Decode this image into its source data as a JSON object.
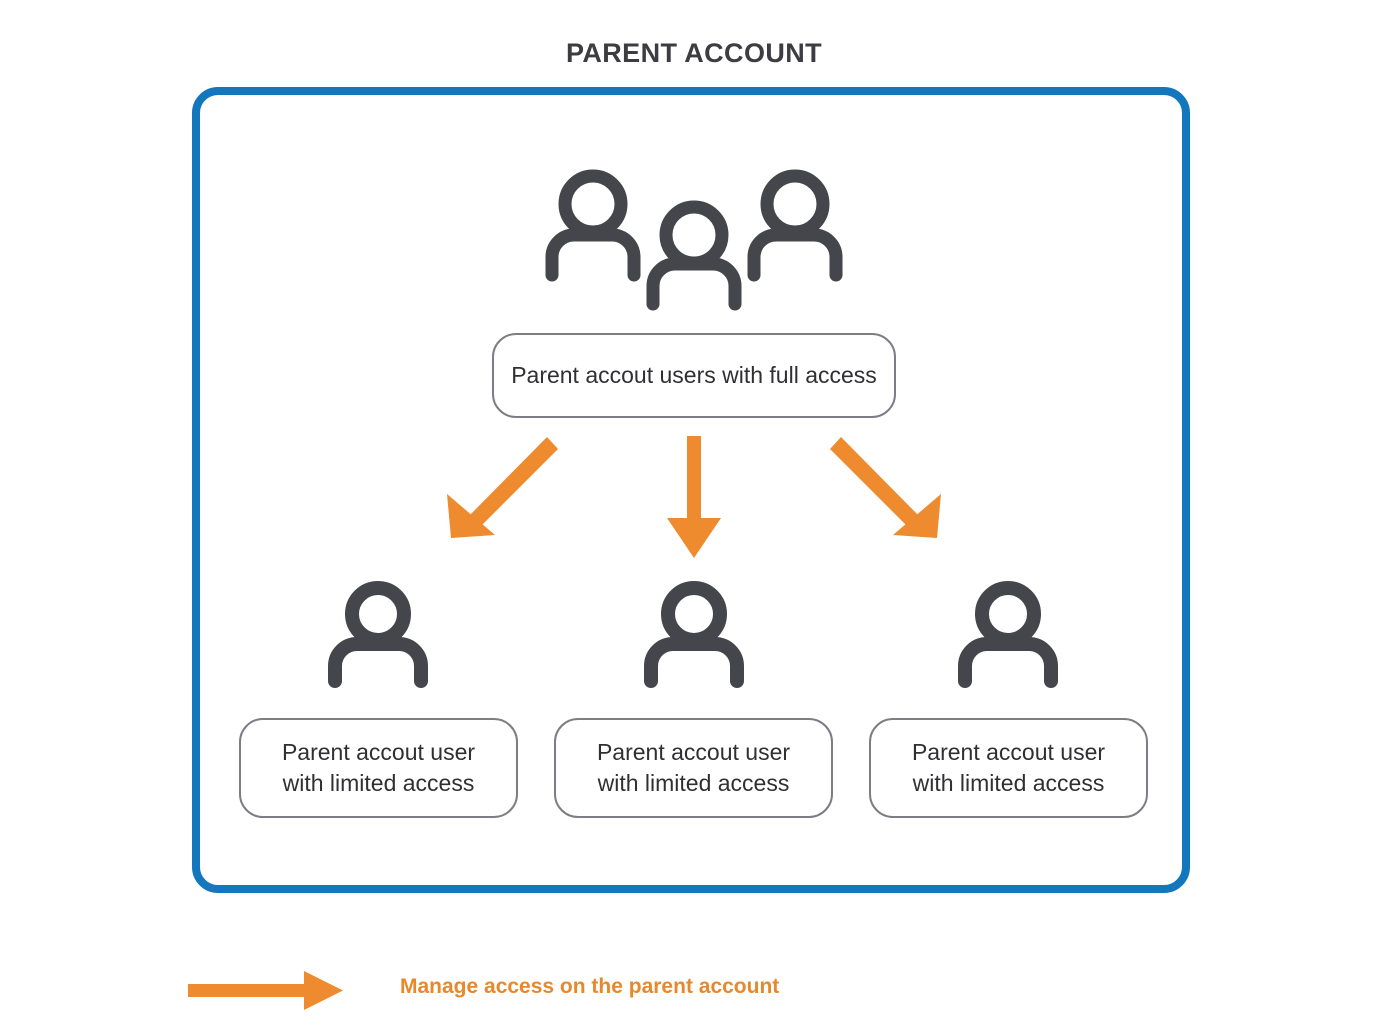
{
  "diagram": {
    "title": "PARENT ACCOUNT",
    "frame": {
      "name": "parent-account-container",
      "border_color": "#1277bc"
    },
    "top_node": {
      "icon": "group-of-three-people-icon",
      "label": "Parent accout users with full access"
    },
    "arrows": {
      "color": "#ee8b2e",
      "count": 3,
      "directions": [
        "down-left",
        "down",
        "down-right"
      ]
    },
    "leaf_nodes": [
      {
        "icon": "person-icon",
        "label": "Parent accout user\nwith limited access"
      },
      {
        "icon": "person-icon",
        "label": "Parent accout user\nwith limited access"
      },
      {
        "icon": "person-icon",
        "label": "Parent accout user\nwith limited access"
      }
    ],
    "legend": {
      "arrow_icon": "right-arrow-icon",
      "arrow_color": "#ee8b2e",
      "label": "Manage access on the parent account",
      "label_color": "#e8882c"
    },
    "colors": {
      "frame_blue": "#1277bc",
      "arrow_orange": "#ee8b2e",
      "legend_text_orange": "#e8882c",
      "icon_gray": "#45454c",
      "box_border_gray": "#7d7d85",
      "title_gray": "#3c3c41",
      "background": "#ffffff"
    }
  }
}
